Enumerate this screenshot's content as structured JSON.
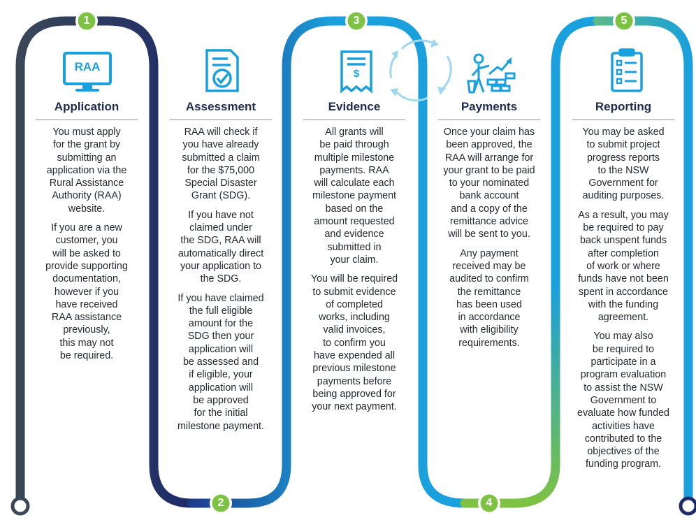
{
  "steps": [
    {
      "number": "1",
      "title": "Application",
      "icon": "computer-monitor-icon",
      "icon_label": "RAA",
      "paragraphs": [
        "You must apply\nfor the grant by\nsubmitting an\napplication via the\nRural Assistance\nAuthority (RAA)\nwebsite.",
        "If you are a new\ncustomer, you\nwill be asked to\nprovide supporting\ndocumentation,\nhowever if you\nhave received\nRAA assistance\npreviously,\nthis may not\nbe required."
      ]
    },
    {
      "number": "2",
      "title": "Assessment",
      "icon": "checklist-document-icon",
      "paragraphs": [
        "RAA will check if\nyou have already\nsubmitted a claim\nfor the $75,000\nSpecial Disaster\nGrant (SDG).",
        "If you have not\nclaimed under\nthe SDG, RAA will\nautomatically direct\nyour application to\nthe SDG.",
        "If you have claimed\nthe full eligible\namount for the\nSDG then your\napplication will\nbe assessed and\nif eligible, your\napplication will\nbe approved\nfor the initial\nmilestone payment."
      ]
    },
    {
      "number": "3",
      "title": "Evidence",
      "icon": "receipt-icon",
      "icon_label": "$",
      "paragraphs": [
        "All grants will\nbe paid through\nmultiple milestone\npayments. RAA\nwill calculate each\nmilestone payment\nbased on the\namount requested\nand evidence\nsubmitted in\nyour claim.",
        "You will be required\nto submit evidence\nof completed\nworks, including\nvalid invoices,\nto confirm you\nhave expended all\nprevious milestone\npayments before\nbeing approved for\nyour next payment."
      ]
    },
    {
      "number": "4",
      "title": "Payments",
      "icon": "person-building-growth-icon",
      "paragraphs": [
        "Once your claim has\nbeen approved, the\nRAA will arrange for\nyour grant to be paid\nto your nominated\nbank account\nand a copy of the\nremittance advice\nwill be sent to you.",
        "Any payment\nreceived may be\naudited to confirm\nthe remittance\nhas been used\nin accordance\nwith eligibility\nrequirements."
      ]
    },
    {
      "number": "5",
      "title": "Reporting",
      "icon": "clipboard-checklist-icon",
      "paragraphs": [
        "You may be asked\nto submit project\nprogress reports\nto the NSW\nGovernment for\nauditing purposes.",
        "As a result, you may\nbe required to pay\nback unspent funds\nafter completion\nof work or where\nfunds have not been\nspent in accordance\nwith the funding\nagreement.",
        "You may also\nbe required to\nparticipate in a\nprogram evaluation\nto assist the NSW\nGovernment to\nevaluate how funded\nactivities have\ncontributed to the\nobjectives of the\nfunding program."
      ]
    }
  ],
  "cycle_icon": "circular-arrows-icon",
  "colors": {
    "navy": "#1d2b4f",
    "blue": "#1aa0dc",
    "green": "#7dc242",
    "teal": "#1aa0b8",
    "heading": "#1d2b4f",
    "text": "#23272f"
  }
}
